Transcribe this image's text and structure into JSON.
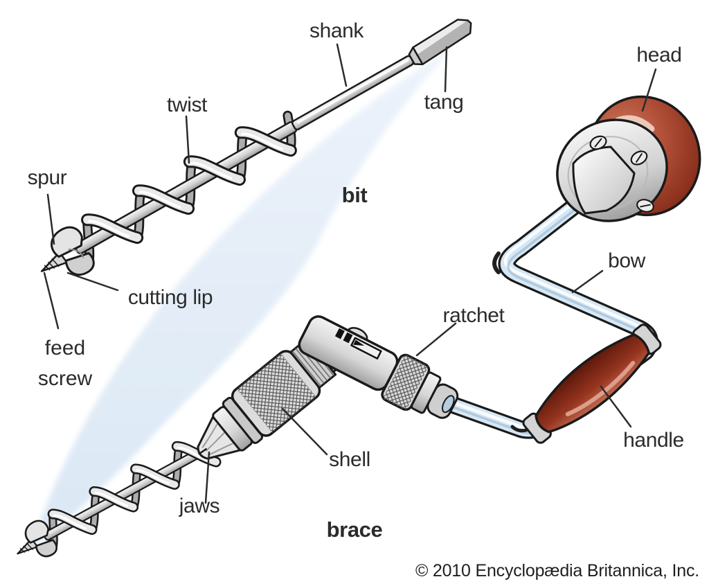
{
  "figure": {
    "subject": "brace and bit diagram",
    "section_labels": {
      "bit": "bit",
      "brace": "brace"
    },
    "bit_labels": {
      "shank": "shank",
      "tang": "tang",
      "twist": "twist",
      "spur": "spur",
      "cutting_lip": "cutting lip",
      "feed_screw_line1": "feed",
      "feed_screw_line2": "screw"
    },
    "brace_labels": {
      "head": "head",
      "bow": "bow",
      "ratchet": "ratchet",
      "handle": "handle",
      "shell": "shell",
      "jaws": "jaws"
    }
  },
  "copyright": "© 2010 Encyclopædia Britannica, Inc.",
  "colors": {
    "label_text": "#2b2b2b",
    "outline": "#1a1a1a",
    "metal_light": "#ececec",
    "metal_mid": "#cfcfcf",
    "metal_dark": "#9e9e9e",
    "bow_blue": "#d6e7f5",
    "swoosh_blue": "#dde9f5",
    "head_red": "#b25038",
    "handle_red": "#8e2f1c",
    "background": "#ffffff"
  }
}
